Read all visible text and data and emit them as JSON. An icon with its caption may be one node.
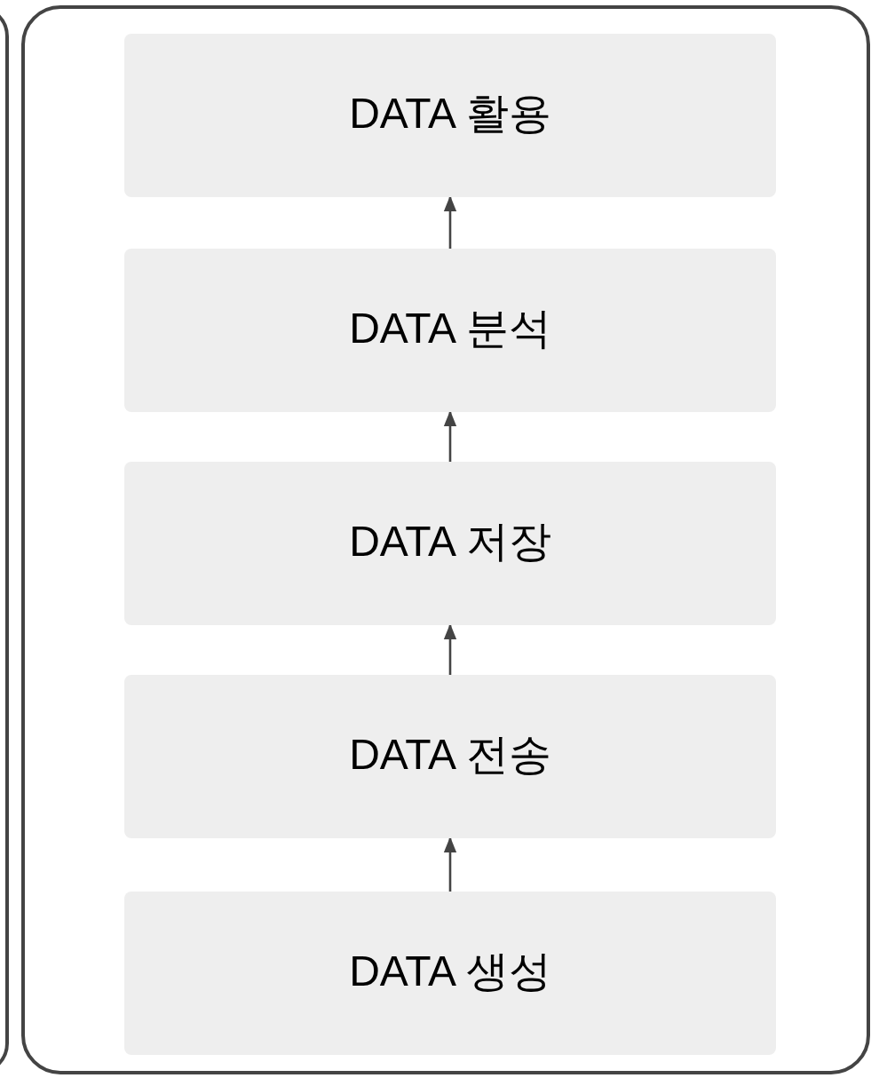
{
  "diagram": {
    "nodes": [
      {
        "text": [],
        "shape": "box"
      },
      {
        "text": [
          "DATA 활용"
        ],
        "in": 0
      },
      {
        "text": [
          "DATA 분석"
        ],
        "in": 0
      },
      {
        "text": [
          "DATA 저장"
        ],
        "in": 0
      },
      {
        "text": [
          "DATA 전송"
        ],
        "in": 0
      },
      {
        "text": [
          "DATA 생성"
        ],
        "in": 0
      }
    ],
    "edges": [
      {
        "from": 5,
        "to": 4,
        "arrow": "to"
      },
      {
        "from": 4,
        "to": 3,
        "arrow": "to"
      },
      {
        "from": 3,
        "to": 2,
        "arrow": "to"
      },
      {
        "from": 2,
        "to": 1,
        "arrow": "to"
      }
    ]
  }
}
